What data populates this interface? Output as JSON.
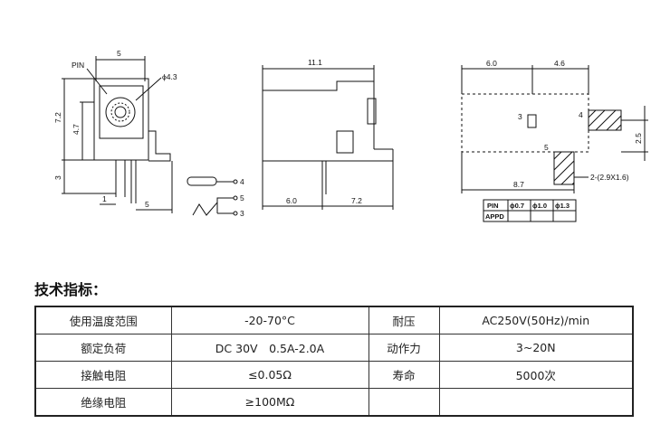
{
  "drawing": {
    "front_view": {
      "pin_label": "PIN",
      "dim_top": "5",
      "dim_hole": "ϕ4.3",
      "dim_height_total": "7.2",
      "dim_height_inner": "4.7",
      "dim_base": "3",
      "dim_pin_width": "1",
      "dim_bottom": "5"
    },
    "side_view": {
      "dim_length": "11.1",
      "dim_left": "6.0",
      "dim_right": "7.2"
    },
    "schematic": {
      "pin_4": "4",
      "pin_5": "5",
      "pin_3": "3"
    },
    "pcb_layout": {
      "dim_left": "6.0",
      "dim_right": "4.6",
      "label_3": "3",
      "label_4": "4",
      "label_5": "5",
      "dim_vertical": "2.5",
      "slot_note": "2-(2.9X1.6)",
      "dim_bottom": "8.7"
    },
    "pin_table": {
      "row1": [
        "PIN",
        "ϕ0.7",
        "ϕ1.0",
        "ϕ1.3"
      ],
      "row2": [
        "APPD",
        "",
        "",
        ""
      ]
    }
  },
  "specs": {
    "heading": "技术指标：",
    "rows": [
      [
        "使用温度范围",
        "-20-70°C",
        "耐压",
        "AC250V(50Hz)/min"
      ],
      [
        "额定负荷",
        "DC 30V　0.5A-2.0A",
        "动作力",
        "3~20N"
      ],
      [
        "接触电阻",
        "≤0.05Ω",
        "寿命",
        "5000次"
      ],
      [
        "绝缘电阻",
        "≥100MΩ",
        "",
        ""
      ]
    ]
  }
}
